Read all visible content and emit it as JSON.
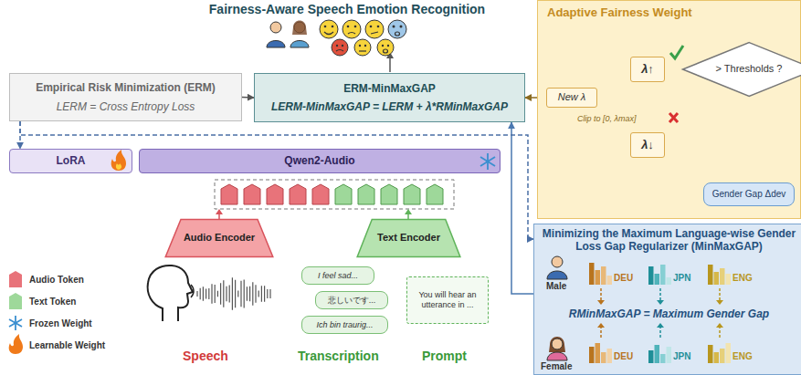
{
  "diagram": {
    "title": "Fairness-Aware Speech Emotion Recognition",
    "nodes": [
      {
        "text": [
          "Adaptive Fairness Weight"
        ]
      },
      {
        "text": [
          "λ↑"
        ],
        "in": 0
      },
      {
        "text": [
          "λ↓"
        ],
        "in": 0
      },
      {
        "text": [
          "> Thresholds ?"
        ],
        "in": 0
      },
      {
        "text": [
          "New λ"
        ],
        "in": 0
      },
      {
        "text": [
          "Gender Gap Δdev"
        ],
        "in": 0
      },
      {
        "text": [
          "Empirical Risk Minimization (ERM)",
          "LERM = Cross Entropy Loss"
        ]
      },
      {
        "text": [
          "ERM-MinMaxGAP",
          "LERM-MinMaxGAP = LERM + λ*RMinMaxGAP"
        ]
      },
      {
        "text": [
          "LoRA"
        ]
      },
      {
        "text": [
          "Qwen2-Audio"
        ]
      },
      {
        "text": [
          "Audio Encoder"
        ]
      },
      {
        "text": [
          "Text Encoder"
        ]
      },
      {
        "text": [
          "I feel sad..."
        ]
      },
      {
        "text": [
          "悲しいです..."
        ]
      },
      {
        "text": [
          "Ich bin traurig..."
        ]
      },
      {
        "text": [
          "You will hear an utterance in ..."
        ]
      },
      {
        "text": [
          "Minimizing the Maximum Language-wise Gender Loss Gap Regularizer (MinMaxGAP)",
          "RMinMaxGAP = Maximum Gender Gap"
        ]
      }
    ],
    "edges": [
      {
        "from": 6,
        "to": 7,
        "arrow": "to"
      },
      {
        "from": 4,
        "to": 7,
        "arrow": "to"
      },
      {
        "from": 3,
        "to": 1,
        "arrow": "to"
      },
      {
        "from": 3,
        "to": 2,
        "arrow": "to"
      },
      {
        "from": 1,
        "to": 4,
        "arrow": "to"
      },
      {
        "from": 2,
        "to": 4,
        "arrow": "to"
      },
      {
        "from": 5,
        "to": 3,
        "arrow": "to"
      },
      {
        "from": 16,
        "to": 7,
        "arrow": "to"
      },
      {
        "from": 6,
        "to": 8,
        "arrow": "to"
      },
      {
        "from": 6,
        "to": 16,
        "arrow": "to"
      }
    ],
    "labels": [
      "Clip to [0, λmax]",
      "Male",
      "DEU",
      "JPN",
      "ENG",
      "Female",
      "DEU",
      "JPN",
      "ENG",
      "Speech",
      "Transcription",
      "Prompt"
    ],
    "legend": [
      {
        "text": "Audio Token",
        "color": "#e8737a"
      },
      {
        "text": "Text Token",
        "color": "#9ed89a"
      },
      {
        "text": "Frozen Weight"
      },
      {
        "text": "Learnable Weight"
      }
    ]
  }
}
